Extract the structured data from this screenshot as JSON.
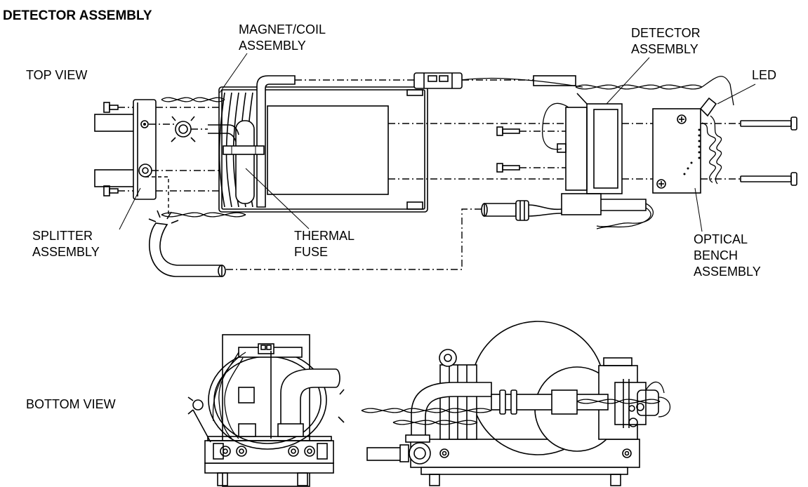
{
  "title": "DETECTOR ASSEMBLY",
  "views": {
    "top": "TOP VIEW",
    "bottom": "BOTTOM VIEW"
  },
  "labels": {
    "magnet_coil": [
      "MAGNET/COIL",
      "ASSEMBLY"
    ],
    "detector": [
      "DETECTOR",
      "ASSEMBLY"
    ],
    "led": "LED",
    "splitter": [
      "SPLITTER",
      "ASSEMBLY"
    ],
    "thermal_fuse": [
      "THERMAL",
      "FUSE"
    ],
    "optical_bench": [
      "OPTICAL",
      "BENCH",
      "ASSEMBLY"
    ]
  }
}
